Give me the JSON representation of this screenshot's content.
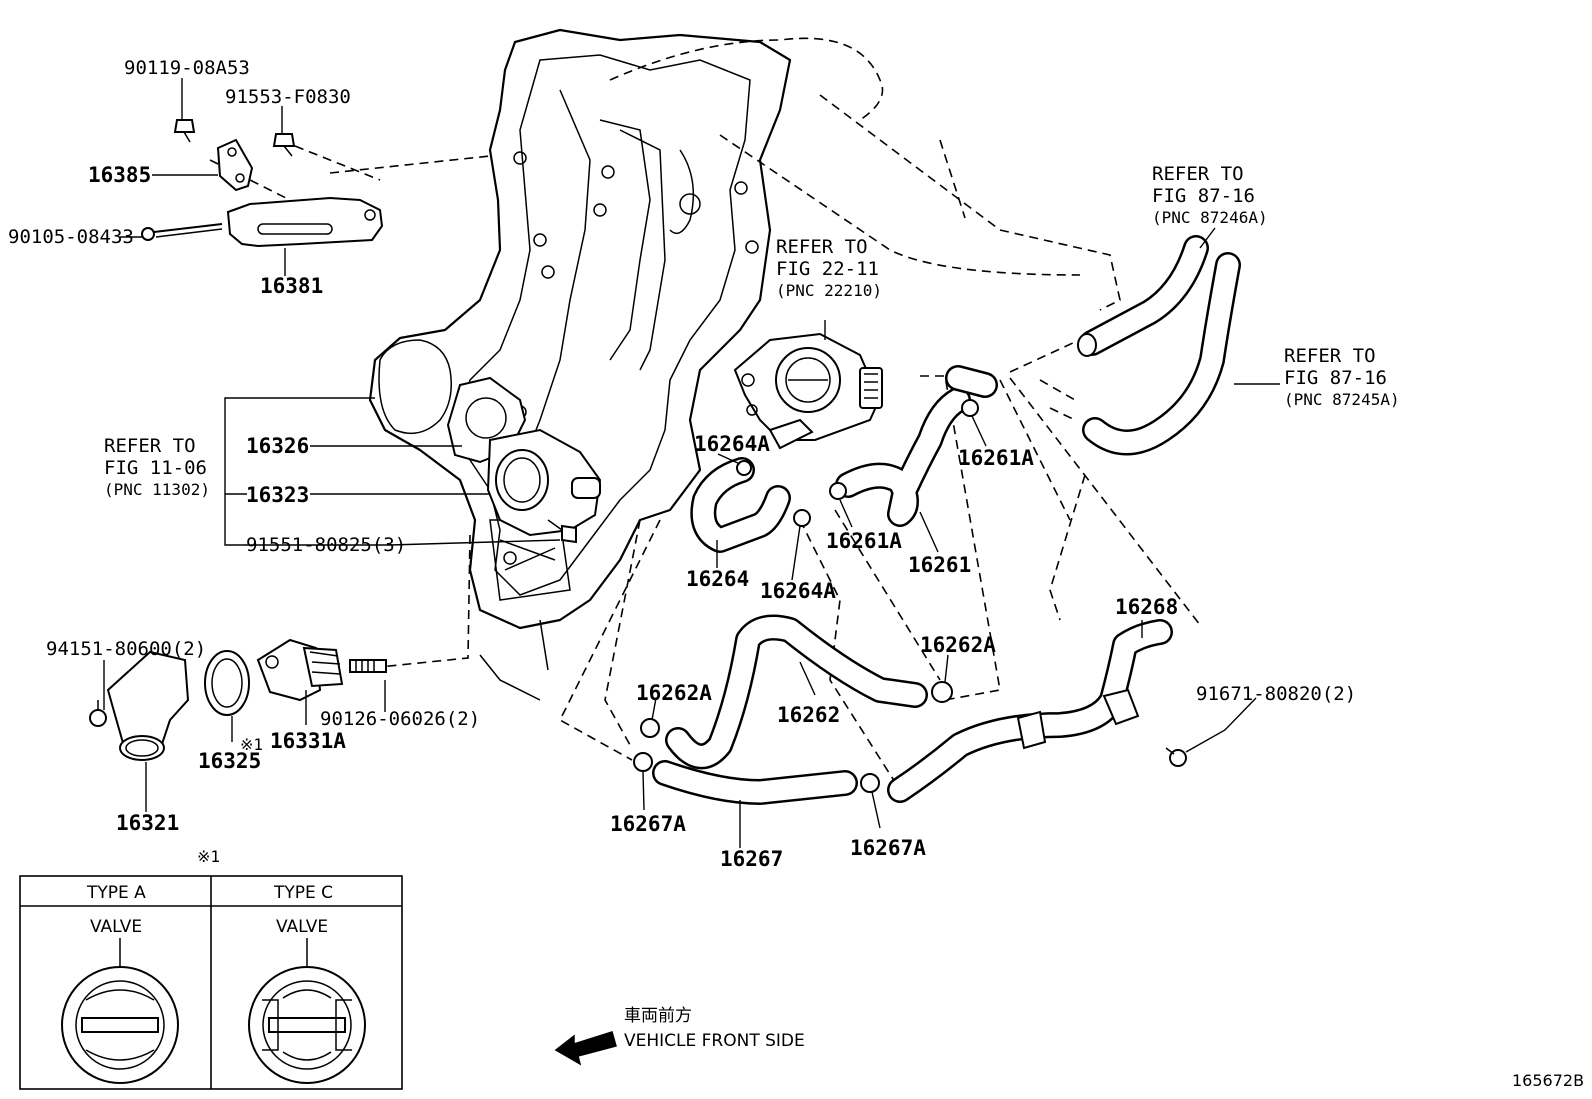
{
  "labels": {
    "p90119": "90119-08A53",
    "p91553": "91553-F0830",
    "p16385": "16385",
    "p90105": "90105-08433",
    "p16381": "16381",
    "p16326": "16326",
    "p16323": "16323",
    "p91551": "91551-80825(3)",
    "p94151": "94151-80600(2)",
    "p90126": "90126-06026(2)",
    "p16325": "16325",
    "p16331A": "16331A",
    "mark1": "※1",
    "p16321": "16321",
    "p16264A_a": "16264A",
    "p16264": "16264",
    "p16264A_b": "16264A",
    "p16261A_a": "16261A",
    "p16261A_b": "16261A",
    "p16261": "16261",
    "p16262A_a": "16262A",
    "p16262": "16262",
    "p16262A_b": "16262A",
    "p16268": "16268",
    "p91671": "91671-80820(2)",
    "p16267A_a": "16267A",
    "p16267": "16267",
    "p16267A_b": "16267A"
  },
  "refer_fig_11_06": {
    "line1": "REFER TO",
    "line2": "FIG 11-06",
    "line3": "(PNC 11302)"
  },
  "refer_fig_22_11": {
    "line1": "REFER TO",
    "line2": "FIG 22-11",
    "line3": "(PNC 22210)"
  },
  "refer_fig_87_16_a": {
    "line1": "REFER TO",
    "line2": "FIG 87-16",
    "line3": "(PNC 87246A)"
  },
  "refer_fig_87_16_b": {
    "line1": "REFER TO",
    "line2": "FIG 87-16",
    "line3": "(PNC 87245A)"
  },
  "type_table": {
    "mark": "※1",
    "type_a": "TYPE A",
    "type_c": "TYPE C",
    "valve_a": "VALVE",
    "valve_c": "VALVE"
  },
  "front_side": {
    "jp": "車両前方",
    "en": "VEHICLE FRONT SIDE"
  },
  "figure_id": "165672B"
}
